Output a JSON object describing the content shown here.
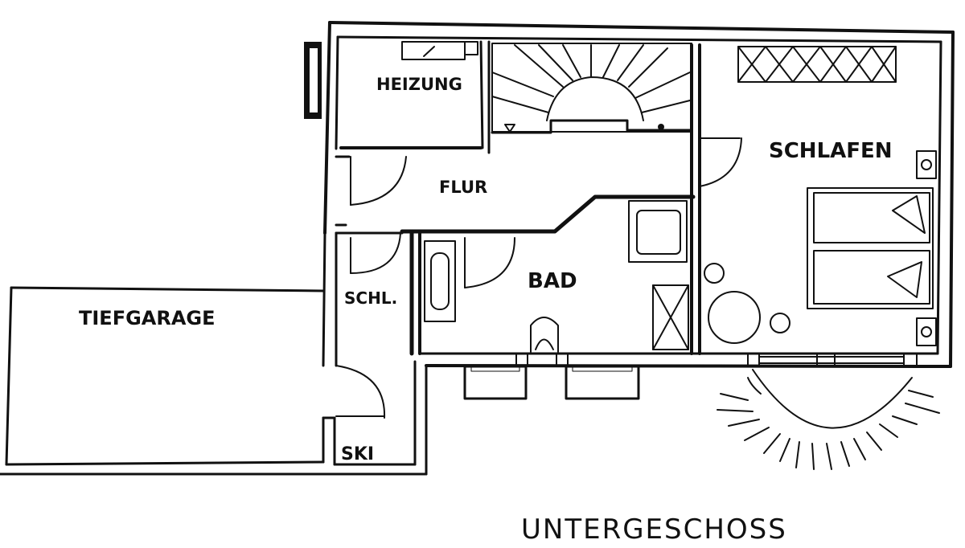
{
  "plan": {
    "title": "UNTERGESCHOSS",
    "rooms": {
      "heizung": "HEIZUNG",
      "flur": "FLUR",
      "schlafen": "SCHLAFEN",
      "bad": "BAD",
      "schl": "SCHL.",
      "tiefgarage": "TIEFGARAGE",
      "ski": "SKI"
    }
  }
}
